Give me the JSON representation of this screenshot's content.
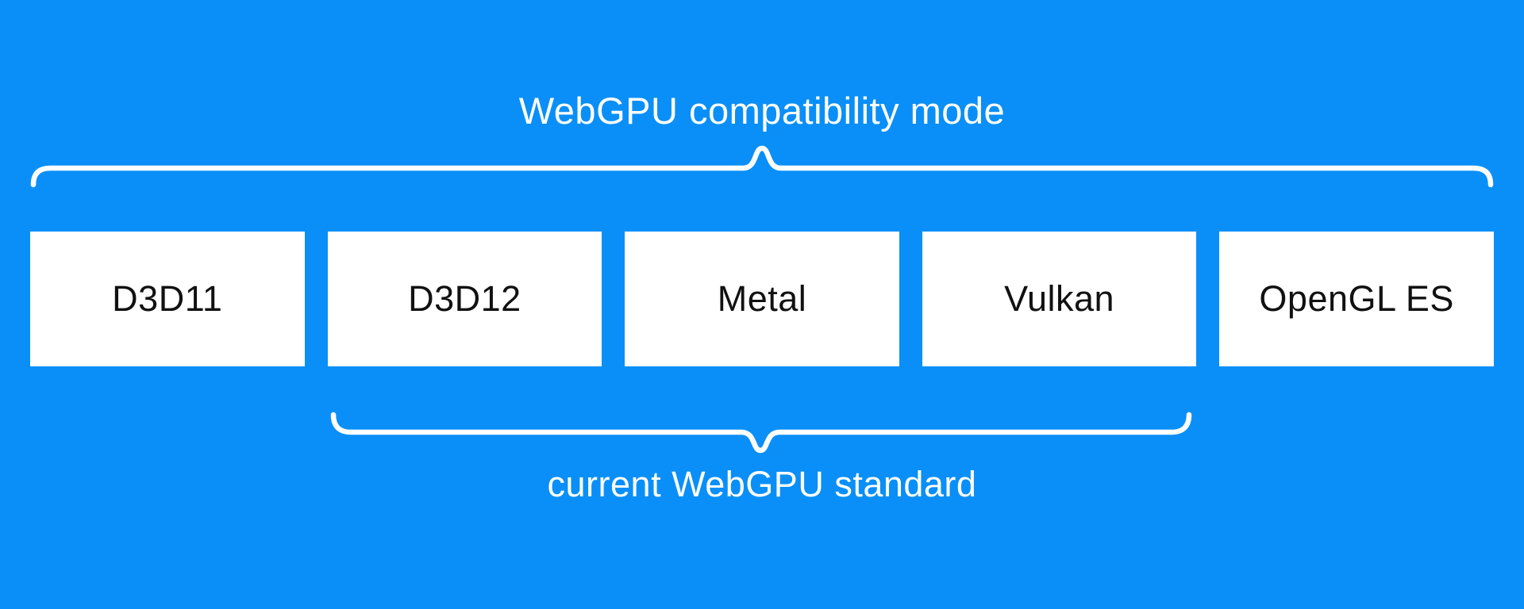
{
  "labels": {
    "top": "WebGPU compatibility mode",
    "bottom": "current WebGPU standard"
  },
  "boxes": [
    {
      "label": "D3D11"
    },
    {
      "label": "D3D12"
    },
    {
      "label": "Metal"
    },
    {
      "label": "Vulkan"
    },
    {
      "label": "OpenGL ES"
    }
  ],
  "braces": [
    {
      "name": "top-brace",
      "direction": "up",
      "spans": [
        "D3D11",
        "D3D12",
        "Metal",
        "Vulkan",
        "OpenGL ES"
      ],
      "label": "WebGPU compatibility mode"
    },
    {
      "name": "bottom-brace",
      "direction": "down",
      "spans": [
        "D3D12",
        "Metal",
        "Vulkan"
      ],
      "label": "current WebGPU standard"
    }
  ],
  "colors": {
    "background": "#0a8ff8",
    "box_background": "#ffffff",
    "box_text": "#111111",
    "label_text": "#ffffff",
    "brace": "#ffffff"
  }
}
